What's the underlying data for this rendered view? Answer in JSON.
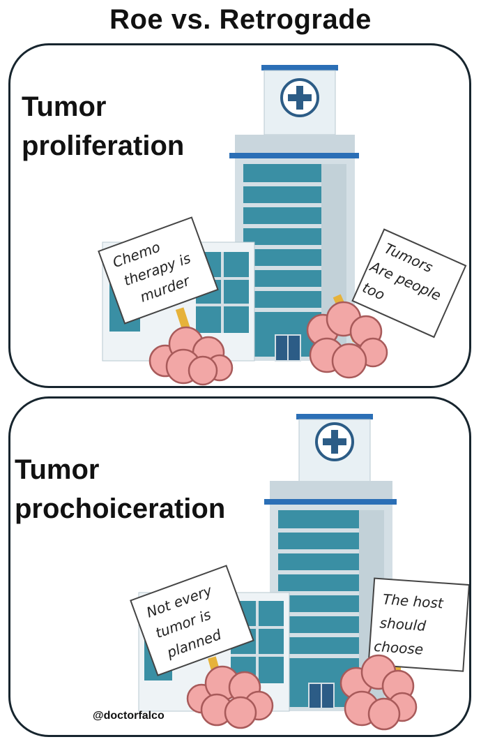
{
  "title": "Roe vs. Retrograde",
  "panels": [
    {
      "heading_lines": [
        "Tumor",
        "proliferation"
      ],
      "signs": [
        {
          "lines": [
            "Chemo",
            "therapy is",
            "murder"
          ]
        },
        {
          "lines": [
            "Tumors",
            "Are people",
            "too"
          ]
        }
      ]
    },
    {
      "heading_lines": [
        "Tumor",
        "prochoiceration"
      ],
      "signs": [
        {
          "lines": [
            "Not every",
            "tumor is",
            "planned"
          ]
        },
        {
          "lines": [
            "The host",
            "should",
            "choose"
          ]
        }
      ]
    }
  ],
  "credit": "@doctorfalco",
  "colors": {
    "building_glass": "#3a8fa4",
    "building_frame": "#c9d6dd",
    "roof_band": "#2b6fb6",
    "cross": "#2c5c86",
    "tumor": "#f2a7a6",
    "tumor_outline": "#a85a5a",
    "sign_stick": "#e6b23a"
  }
}
